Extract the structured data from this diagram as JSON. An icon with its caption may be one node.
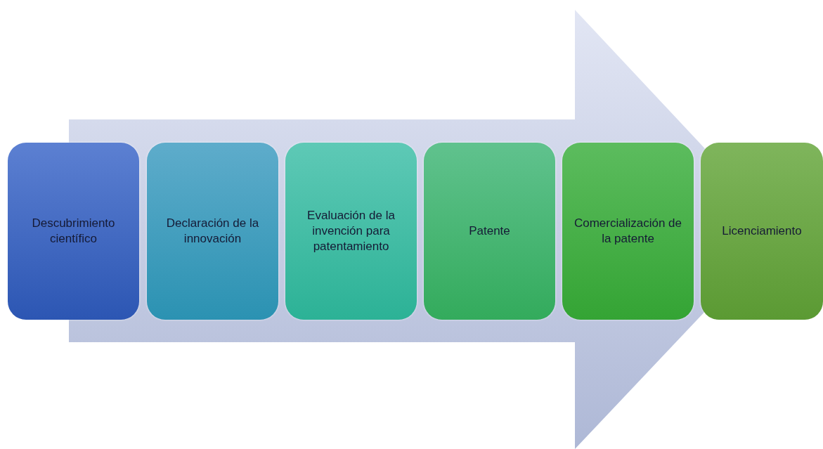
{
  "diagram": {
    "nodes": [
      {
        "text": [
          "Descubrimiento científico"
        ]
      },
      {
        "text": [
          "Declaración de la innovación"
        ]
      },
      {
        "text": [
          "Evaluación de la invención para patentamiento"
        ]
      },
      {
        "text": [
          "Patente"
        ]
      },
      {
        "text": [
          "Comercialización de la patente"
        ]
      },
      {
        "text": [
          "Licenciamiento"
        ]
      }
    ],
    "edges": [
      {
        "from": 0,
        "to": 5,
        "arrow": "to"
      }
    ]
  }
}
